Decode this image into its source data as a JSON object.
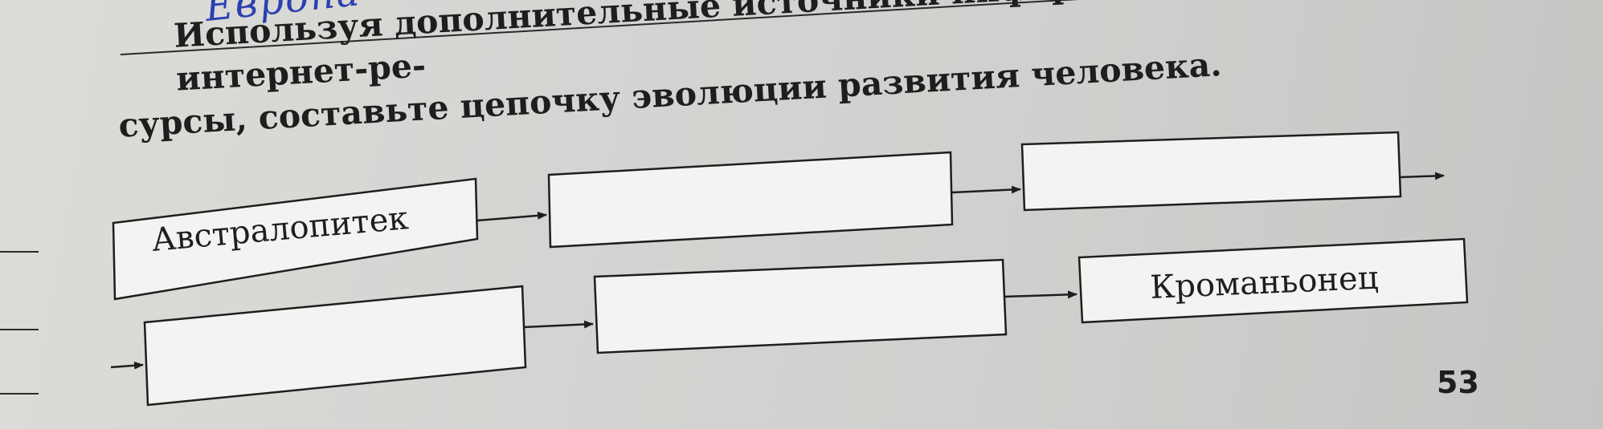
{
  "handwriting": "Европа",
  "task": {
    "line1": "Используя дополнительные источники информации и интернет-ре-",
    "line2": "сурсы, составьте цепочку эволюции развития человека."
  },
  "chain": {
    "box1": "Австралопитек",
    "box2": "",
    "box3": "",
    "box4": "",
    "box5": "",
    "box6": "Кроманьонец"
  },
  "page_number": "53"
}
